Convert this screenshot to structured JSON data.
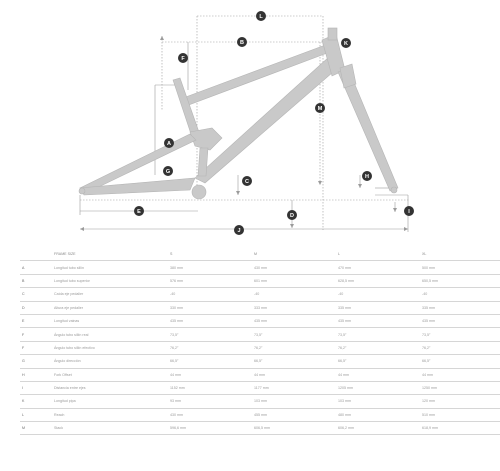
{
  "markers": {
    "A": "A",
    "B": "B",
    "C": "C",
    "D": "D",
    "E": "E",
    "F": "F",
    "G": "G",
    "H": "H",
    "I": "I",
    "J": "J",
    "K": "K",
    "L": "L",
    "M": "M"
  },
  "colors": {
    "frame": "#c9c9c9",
    "frame_outline": "#b5b5b5",
    "marker_fill": "#333333",
    "marker_text": "#ffffff",
    "dimension_line": "#9b9b9b",
    "table_rule": "#d6d6d6"
  },
  "table": {
    "header": [
      "FRAME SIZE",
      "S",
      "M",
      "L",
      "XL"
    ],
    "rows": [
      {
        "key": "A",
        "name": "Longitud tubo sillín",
        "values": [
          "380 mm",
          "430 mm",
          "470 mm",
          "500 mm"
        ]
      },
      {
        "key": "B",
        "name": "Longitud tubo superior",
        "values": [
          "576 mm",
          "601 mm",
          "628,5 mm",
          "650,5 mm"
        ]
      },
      {
        "key": "C",
        "name": "Caída eje pedalier",
        "values": [
          "-40",
          "-40",
          "-40",
          "-40"
        ]
      },
      {
        "key": "D",
        "name": "Altura eje pedalier",
        "values": [
          "330 mm",
          "333 mm",
          "335 mm",
          "335 mm"
        ]
      },
      {
        "key": "E",
        "name": "Longitud vainas",
        "values": [
          "435 mm",
          "435 mm",
          "435 mm",
          "435 mm"
        ]
      },
      {
        "key": "F",
        "name": "Ángulo tubo sillín real",
        "values": [
          "73,5°",
          "73,5°",
          "73,5°",
          "73,5°"
        ]
      },
      {
        "key": "F",
        "name": "Ángulo tubo sillín efectivo",
        "values": [
          "76,2°",
          "76,2°",
          "76,2°",
          "76,2°"
        ]
      },
      {
        "key": "G",
        "name": "Ángulo dirección",
        "values": [
          "66,5°",
          "66,5°",
          "66,5°",
          "66,5°"
        ]
      },
      {
        "key": "H",
        "name": "Fork Offset",
        "values": [
          "44 mm",
          "44 mm",
          "44 mm",
          "44 mm"
        ]
      },
      {
        "key": "I",
        "name": "Distancia entre ejes",
        "values": [
          "1152 mm",
          "1177 mm",
          "1205 mm",
          "1250 mm"
        ]
      },
      {
        "key": "K",
        "name": "Longitud pipa",
        "values": [
          "93 mm",
          "103 mm",
          "103 mm",
          "120 mm"
        ]
      },
      {
        "key": "L",
        "name": "Reach",
        "values": [
          "430 mm",
          "455 mm",
          "480 mm",
          "510 mm"
        ]
      },
      {
        "key": "M",
        "name": "Stack",
        "values": [
          "596,6 mm",
          "606,5 mm",
          "606,2 mm",
          "618,9 mm"
        ]
      }
    ]
  }
}
